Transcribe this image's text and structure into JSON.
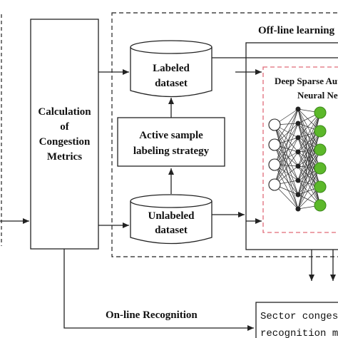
{
  "offline_label": "Off-line learning",
  "online_label": "On-line Recognition",
  "metrics_box": {
    "line1": "Calculation",
    "line2": "of",
    "line3": "Congestion",
    "line4": "Metrics"
  },
  "labeled_dataset": {
    "line1": "Labeled",
    "line2": "dataset"
  },
  "unlabeled_dataset": {
    "line1": "Unlabeled",
    "line2": "dataset"
  },
  "active_sampling": {
    "line1": "Active sample",
    "line2": "labeling strategy"
  },
  "neural_net": {
    "line1": "Deep Sparse Autoencoder",
    "line2": "Neural Network"
  },
  "recognition_box": {
    "line1": "Sector congestion",
    "line2": "recognition model"
  },
  "network": {
    "input_nodes": 4,
    "hidden_nodes": 8,
    "output_nodes": 6
  },
  "colors": {
    "output_node": "#5cb82a",
    "dashed_red": "#e06a78",
    "stroke": "#222222"
  }
}
